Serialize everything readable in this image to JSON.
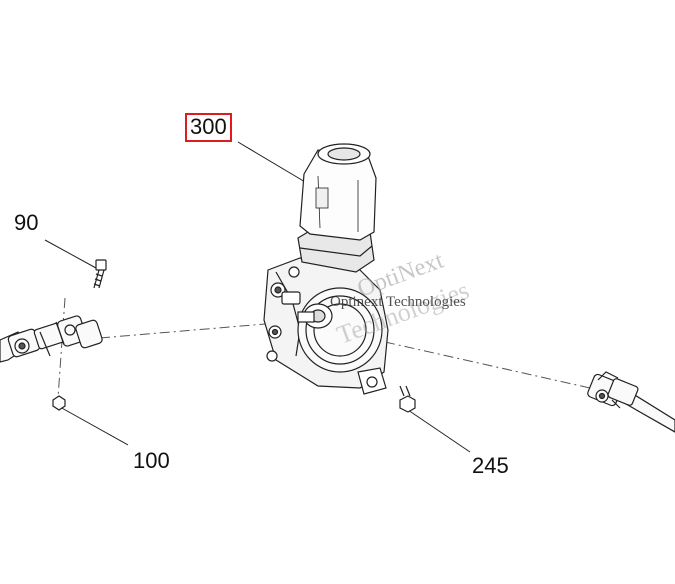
{
  "callouts": {
    "c300": "300",
    "c90": "90",
    "c100": "100",
    "c245": "245"
  },
  "highlight_color": "#e01b1b",
  "watermark": {
    "line1": "OptiNext",
    "line2": "Technologies",
    "line3": "Optinext Technologies"
  }
}
